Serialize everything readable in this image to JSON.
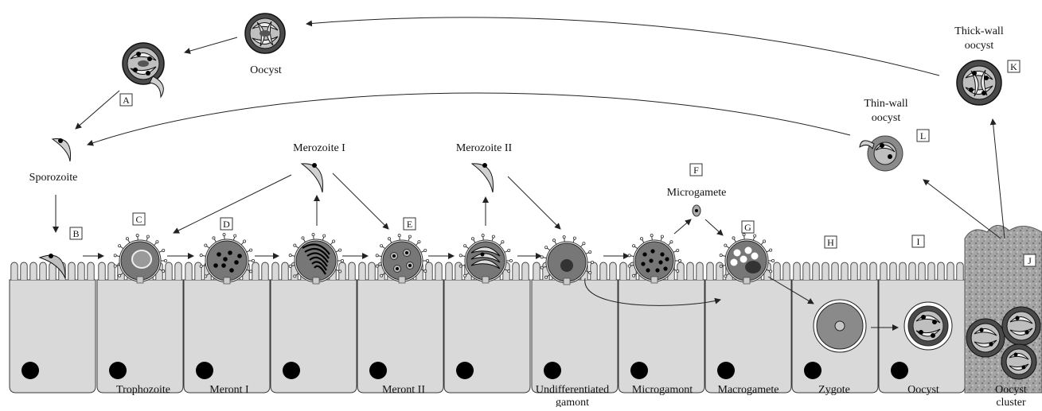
{
  "top_labels": {
    "oocyst_top": "Oocyst",
    "sporozoite": "Sporozoite",
    "merozoite_1": "Merozoite I",
    "merozoite_2": "Merozoite II",
    "microgamete": "Microgamete",
    "thin_wall": [
      "Thin-wall",
      "oocyst"
    ],
    "thick_wall": [
      "Thick-wall",
      "oocyst"
    ]
  },
  "stage_boxes": [
    "A",
    "B",
    "C",
    "D",
    "E",
    "F",
    "G",
    "H",
    "I",
    "J",
    "K",
    "L"
  ],
  "bottom_labels": {
    "trophozoite": "Trophozoite",
    "meront_1": "Meront I",
    "meront_2": "Meront II",
    "undiff": [
      "Undifferentiated",
      "gamont"
    ],
    "microgamont": "Microgamont",
    "macrogamete": "Macrogamete",
    "zygote": "Zygote",
    "oocyst_bottom": "Oocyst",
    "cluster": [
      "Oocyst",
      "cluster"
    ]
  },
  "colors": {
    "cell_fill": "#d9d9d9",
    "cell_stroke": "#3a3a3a",
    "parasite_dark": "#777777",
    "nucleus": "#000000",
    "cluster_fill": "#9a9a9a"
  }
}
